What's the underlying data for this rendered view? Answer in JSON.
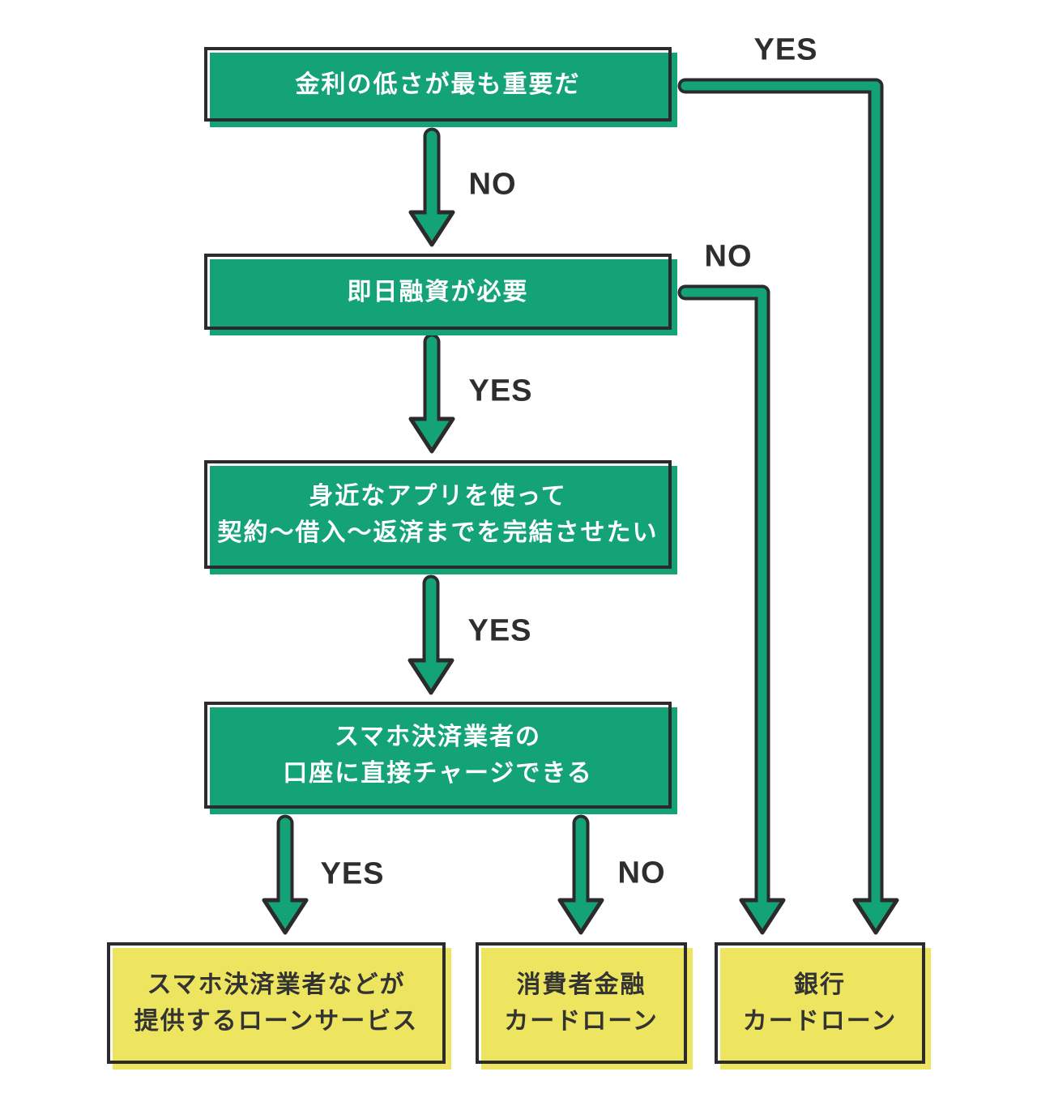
{
  "palette": {
    "box_green": "#14a377",
    "box_yellow": "#ede45f",
    "outline_dark": "#2b2b2b",
    "text_on_green": "#ffffff",
    "text_on_yellow": "#333333",
    "background": "#ffffff"
  },
  "flowchart": {
    "nodes": [
      {
        "id": "q1",
        "type": "question",
        "lines": [
          "金利の低さが最も重要だ"
        ]
      },
      {
        "id": "q2",
        "type": "question",
        "lines": [
          "即日融資が必要"
        ]
      },
      {
        "id": "q3",
        "type": "question",
        "lines": [
          "身近なアプリを使って",
          "契約〜借入〜返済までを完結させたい"
        ]
      },
      {
        "id": "q4",
        "type": "question",
        "lines": [
          "スマホ決済業者の",
          "口座に直接チャージできる"
        ]
      },
      {
        "id": "r1",
        "type": "result",
        "lines": [
          "スマホ決済業者などが",
          "提供するローンサービス"
        ]
      },
      {
        "id": "r2",
        "type": "result",
        "lines": [
          "消費者金融",
          "カードローン"
        ]
      },
      {
        "id": "r3",
        "type": "result",
        "lines": [
          "銀行",
          "カードローン"
        ]
      }
    ],
    "edges": [
      {
        "from": "q1",
        "to": "q2",
        "label": "NO"
      },
      {
        "from": "q1",
        "to": "r3",
        "label": "YES"
      },
      {
        "from": "q2",
        "to": "q3",
        "label": "YES"
      },
      {
        "from": "q2",
        "to": "r3",
        "label": "NO"
      },
      {
        "from": "q3",
        "to": "q4",
        "label": "YES"
      },
      {
        "from": "q4",
        "to": "r1",
        "label": "YES"
      },
      {
        "from": "q4",
        "to": "r2",
        "label": "NO"
      }
    ]
  }
}
